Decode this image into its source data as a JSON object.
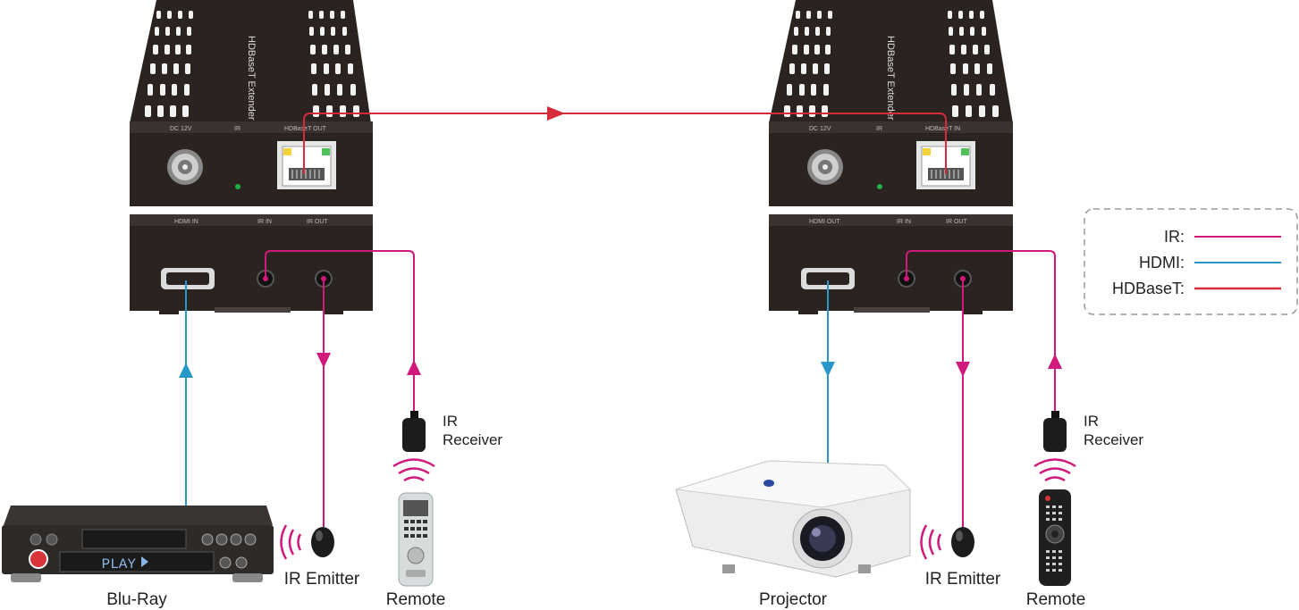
{
  "colors": {
    "ir": "#d0197a",
    "hdmi": "#2a97c9",
    "hdbaset": "#d52a3a",
    "device_body": "#2a2320"
  },
  "transmitter": {
    "brand": "HDBaseT Extender",
    "top_ports": [
      "DC 12V",
      "IR",
      "HDBaseT OUT"
    ],
    "bottom_ports": [
      "HDMI IN",
      "IR IN",
      "IR OUT"
    ]
  },
  "receiver": {
    "brand": "HDBaseT Extender",
    "top_ports": [
      "DC 12V",
      "IR",
      "HDBaseT IN"
    ],
    "bottom_ports": [
      "HDMI OUT",
      "IR IN",
      "IR OUT"
    ]
  },
  "devices": {
    "bluray": "Blu-Ray",
    "bluray_display": "PLAY",
    "ir_emitter_left": "IR Emitter",
    "remote_left": "Remote",
    "ir_receiver_left": "IR Receiver",
    "projector": "Projector",
    "ir_emitter_right": "IR Emitter",
    "remote_right": "Remote",
    "ir_receiver_right": "IR Receiver"
  },
  "legend": [
    {
      "label": "IR:",
      "color": "#d0197a"
    },
    {
      "label": "HDMI:",
      "color": "#2a97c9"
    },
    {
      "label": "HDBaseT:",
      "color": "#d52a3a"
    }
  ]
}
